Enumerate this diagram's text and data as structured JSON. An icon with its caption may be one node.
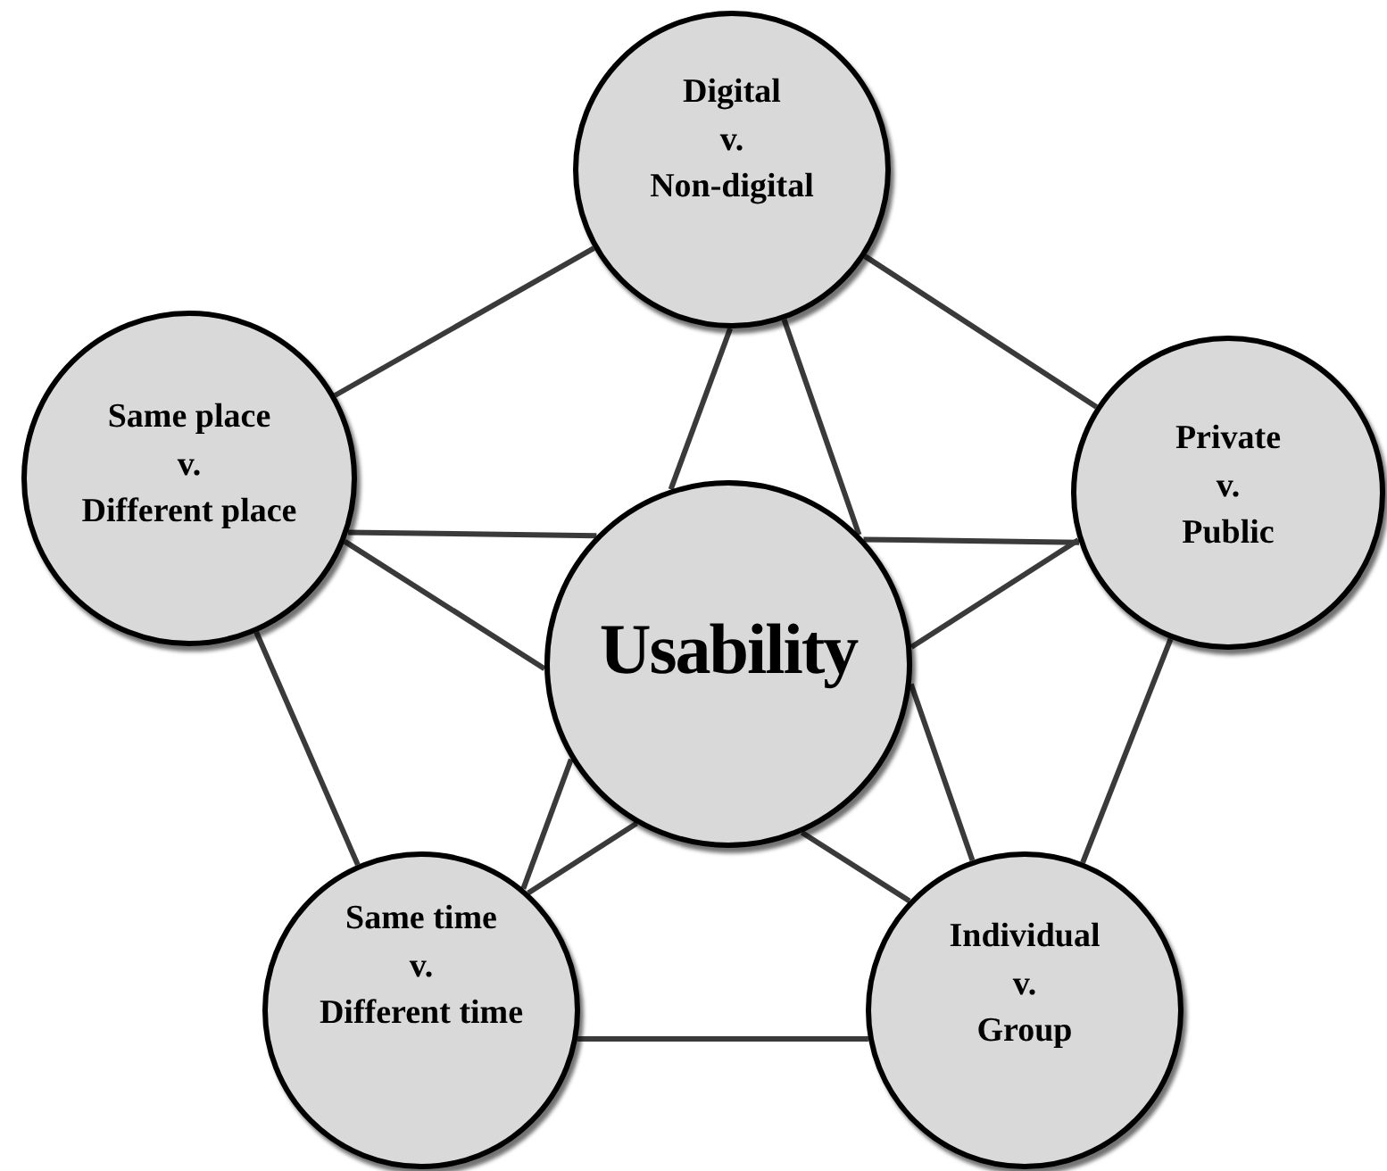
{
  "diagram": {
    "nodes": [
      {
        "text": [
          "Digital",
          "v.",
          "Non-digital"
        ]
      },
      {
        "text": [
          "Same place",
          "v.",
          "Different place"
        ]
      },
      {
        "text": [
          "Private",
          "v.",
          "Public"
        ]
      },
      {
        "text": [
          "Usability"
        ]
      },
      {
        "text": [
          "Same time",
          "v.",
          "Different time"
        ]
      },
      {
        "text": [
          "Individual",
          "v.",
          "Group"
        ]
      }
    ],
    "edges": [
      {
        "from": 0,
        "to": 1,
        "arrow": "none"
      },
      {
        "from": 0,
        "to": 2,
        "arrow": "none"
      },
      {
        "from": 1,
        "to": 4,
        "arrow": "none"
      },
      {
        "from": 2,
        "to": 5,
        "arrow": "none"
      },
      {
        "from": 4,
        "to": 5,
        "arrow": "none"
      },
      {
        "from": 0,
        "to": 3,
        "arrow": "none"
      },
      {
        "from": 0,
        "to": 3,
        "arrow": "none"
      },
      {
        "from": 1,
        "to": 3,
        "arrow": "none"
      },
      {
        "from": 1,
        "to": 3,
        "arrow": "none"
      },
      {
        "from": 2,
        "to": 3,
        "arrow": "none"
      },
      {
        "from": 2,
        "to": 3,
        "arrow": "none"
      },
      {
        "from": 4,
        "to": 3,
        "arrow": "none"
      },
      {
        "from": 4,
        "to": 3,
        "arrow": "none"
      },
      {
        "from": 5,
        "to": 3,
        "arrow": "none"
      },
      {
        "from": 5,
        "to": 3,
        "arrow": "none"
      }
    ]
  }
}
